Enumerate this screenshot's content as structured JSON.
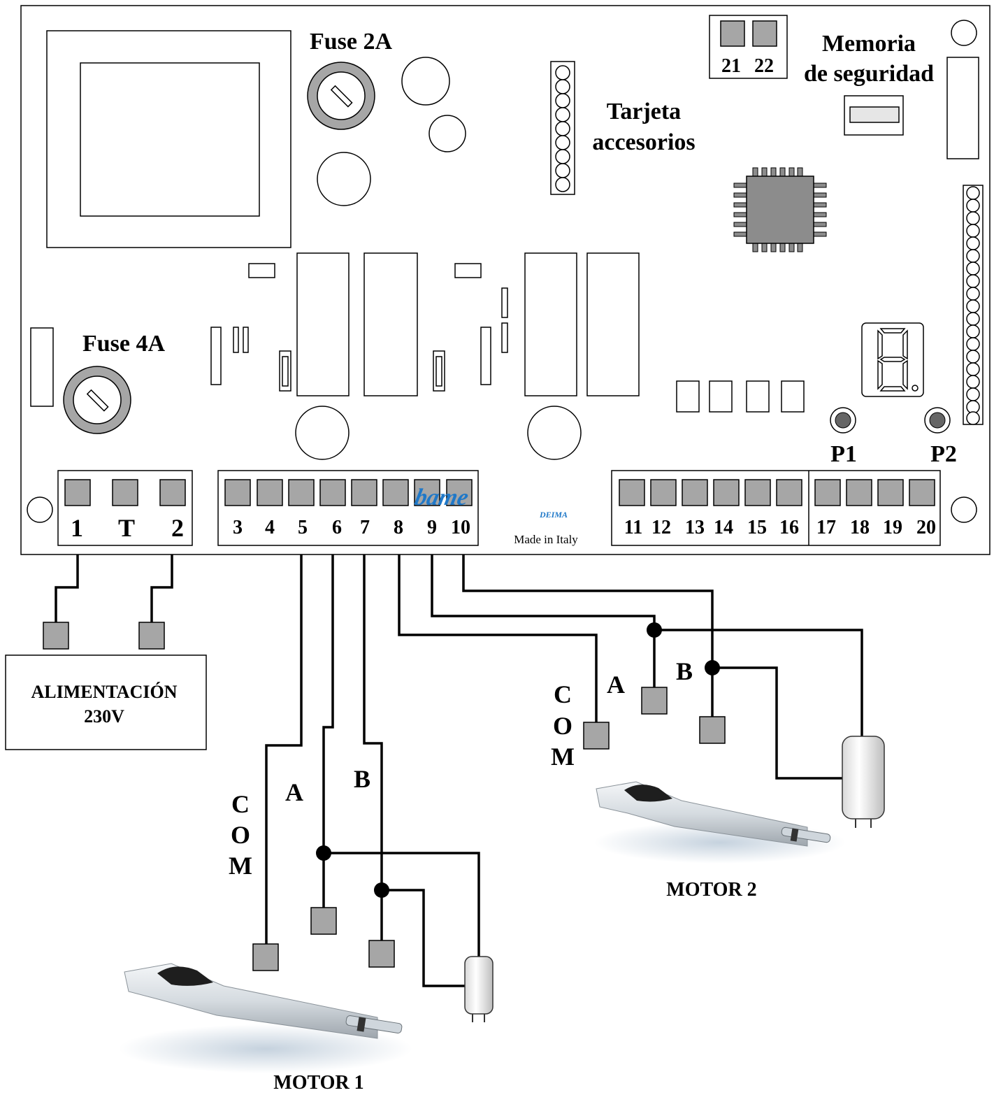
{
  "labels": {
    "fuse_2a": "Fuse 2A",
    "fuse_4a": "Fuse 4A",
    "accessory_card_line1": "Tarjeta",
    "accessory_card_line2": "accesorios",
    "memory_line1": "Memoria",
    "memory_line2": "de seguridad",
    "p1": "P1",
    "p2": "P2",
    "made_in_italy": "Made in Italy",
    "logo_text": "bame",
    "logo_sub": "DEIMA"
  },
  "terminals": {
    "power_block": [
      "1",
      "T",
      "2"
    ],
    "motor_block": [
      "3",
      "4",
      "5",
      "6",
      "7",
      "8",
      "9",
      "10"
    ],
    "aux_block_a": [
      "11",
      "12",
      "13",
      "14",
      "15",
      "16"
    ],
    "aux_block_b": [
      "17",
      "18",
      "19",
      "20"
    ],
    "top_block": [
      "21",
      "22"
    ]
  },
  "power_supply": {
    "line1": "ALIMENTACIÓN",
    "line2": "230V"
  },
  "motor1": {
    "title": "MOTOR 1",
    "com_letters": [
      "C",
      "O",
      "M"
    ],
    "a_label": "A",
    "b_label": "B"
  },
  "motor2": {
    "title": "MOTOR 2",
    "com_letters": [
      "C",
      "O",
      "M"
    ],
    "a_label": "A",
    "b_label": "B"
  },
  "colors": {
    "terminal_fill": "#a6a6a6",
    "chip_fill": "#8c8c8c",
    "logo_blue": "#1f78c8",
    "line": "#000000"
  }
}
